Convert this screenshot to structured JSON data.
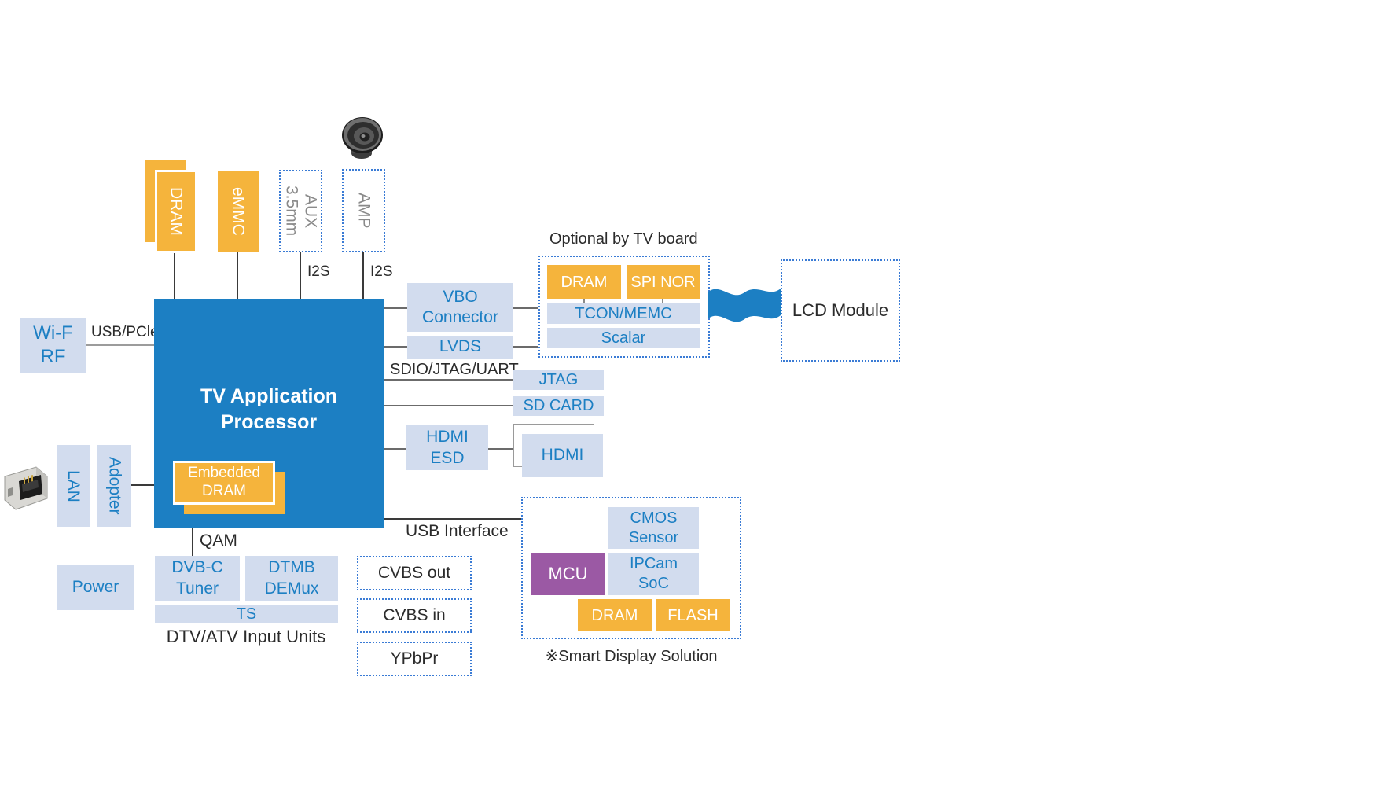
{
  "colors": {
    "main_blue": "#1C7FC3",
    "orange": "#F5B43C",
    "light_blue": "#D2DCEE",
    "purple": "#9B59A4",
    "dotted_border_blue": "#3A7BD5"
  },
  "top": {
    "dram": "DRAM",
    "emmc": "eMMC",
    "aux": "3.5mm\nAUX",
    "amp": "AMP",
    "i2s_aux": "I2S",
    "i2s_amp": "I2S",
    "speaker_icon": "speaker",
    "ethernet_icon": "ethernet-jack"
  },
  "left": {
    "wifi_rf": "Wi-F\nRF",
    "usb_pcie": "USB/PCle",
    "lan": "LAN",
    "adopter": "Adopter",
    "power": "Power"
  },
  "cpu": {
    "title": "TV Application\nProcessor",
    "embedded_dram": "Embedded\nDRAM"
  },
  "bottom": {
    "qam": "QAM",
    "dvbc_tuner": "DVB-C\nTuner",
    "dtmb_demux": "DTMB\nDEMux",
    "ts": "TS",
    "caption": "DTV/ATV Input Units",
    "cvbs_out": "CVBS out",
    "cvbs_in": "CVBS in",
    "ypbpr": "YPbPr"
  },
  "right": {
    "vbo": "VBO\nConnector",
    "lvds": "LVDS",
    "sdio_jtag_uart": "SDIO/JTAG/UART",
    "jtag": "JTAG",
    "sd_card": "SD CARD",
    "hdmi_esd": "HDMI\nESD",
    "hdmi": "HDMI",
    "usb_interface": "USB Interface"
  },
  "tv_board": {
    "title": "Optional by TV board",
    "dram": "DRAM",
    "spi_nor": "SPI NOR",
    "tcon_memc": "TCON/MEMC",
    "scalar": "Scalar",
    "lcd_module": "LCD Module"
  },
  "smart_display": {
    "cmos_sensor": "CMOS\nSensor",
    "mcu": "MCU",
    "ipcam_soc": "IPCam\nSoC",
    "dram": "DRAM",
    "flash": "FLASH",
    "caption": "※Smart Display Solution"
  }
}
